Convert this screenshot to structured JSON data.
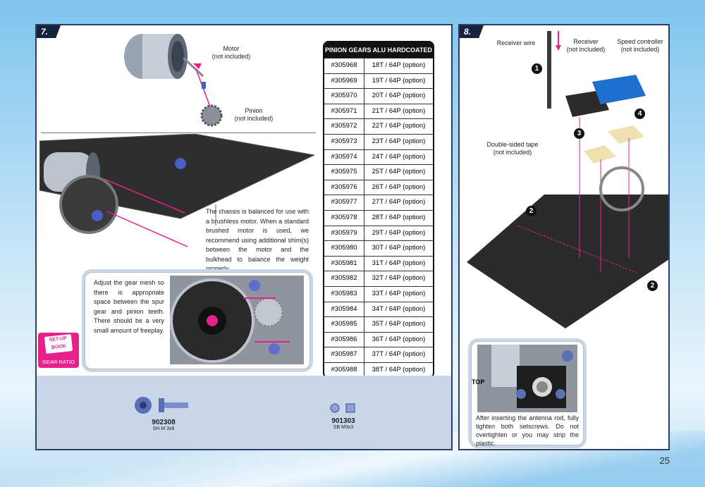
{
  "page": {
    "number": "25"
  },
  "step7": {
    "step_label": "7.",
    "motor_label": "Motor\n(not included)",
    "pinion_label": "Pinion\n(not included)",
    "chassis_text": "The chassis is balanced for use with a brushless motor. When a standard brushed motor is used, we recommend using additional shim(s) between the motor and the bulkhead to balance the weight properly.",
    "gearmesh_text": "Adjust the gear mesh so there is appropriate space between the spur gear and pinion teeth. There should be a very small amount of freeplay.",
    "badge": {
      "book": "SET-UP\nBOOK",
      "sub": "GEAR RATIO"
    },
    "table": {
      "title": "PINION GEARS ALU HARDCOATED",
      "rows": [
        {
          "part": "#305968",
          "desc": "18T / 64P (option)"
        },
        {
          "part": "#305969",
          "desc": "19T / 64P (option)"
        },
        {
          "part": "#305970",
          "desc": "20T / 64P (option)"
        },
        {
          "part": "#305971",
          "desc": "21T / 64P (option)"
        },
        {
          "part": "#305972",
          "desc": "22T / 64P (option)"
        },
        {
          "part": "#305973",
          "desc": "23T / 64P (option)"
        },
        {
          "part": "#305974",
          "desc": "24T / 64P (option)"
        },
        {
          "part": "#305975",
          "desc": "25T / 64P (option)"
        },
        {
          "part": "#305976",
          "desc": "26T / 64P (option)"
        },
        {
          "part": "#305977",
          "desc": "27T / 64P (option)"
        },
        {
          "part": "#305978",
          "desc": "28T / 64P (option)"
        },
        {
          "part": "#305979",
          "desc": "29T / 64P (option)"
        },
        {
          "part": "#305980",
          "desc": "30T / 64P (option)"
        },
        {
          "part": "#305981",
          "desc": "31T / 64P (option)"
        },
        {
          "part": "#305982",
          "desc": "32T / 64P (option)"
        },
        {
          "part": "#305983",
          "desc": "33T / 64P (option)"
        },
        {
          "part": "#305984",
          "desc": "34T / 64P (option)"
        },
        {
          "part": "#305985",
          "desc": "35T / 64P (option)"
        },
        {
          "part": "#305986",
          "desc": "36T / 64P (option)"
        },
        {
          "part": "#305987",
          "desc": "37T / 64P (option)"
        },
        {
          "part": "#305988",
          "desc": "38T / 64P (option)"
        }
      ]
    },
    "parts": [
      {
        "code": "902308",
        "desc": "SH M 3x8"
      },
      {
        "code": "901303",
        "desc": "SB M3x3"
      }
    ]
  },
  "step8": {
    "step_label": "8.",
    "receiver_wire": "Receiver wire",
    "receiver": "Receiver\n(not included)",
    "speed_controller": "Speed controller\n(not included)",
    "tape": "Double-sided tape\n(not included)",
    "top_label": "TOP",
    "numbers": [
      "1",
      "2",
      "2",
      "3",
      "4"
    ],
    "caption": "After inserting the antenna rod, fully tighten both setscrews. Do not overtighten or you may strip the plastic."
  },
  "colors": {
    "accent": "#e8208c",
    "frame": "#2b3e66",
    "carbon": "#2a2a2a"
  }
}
